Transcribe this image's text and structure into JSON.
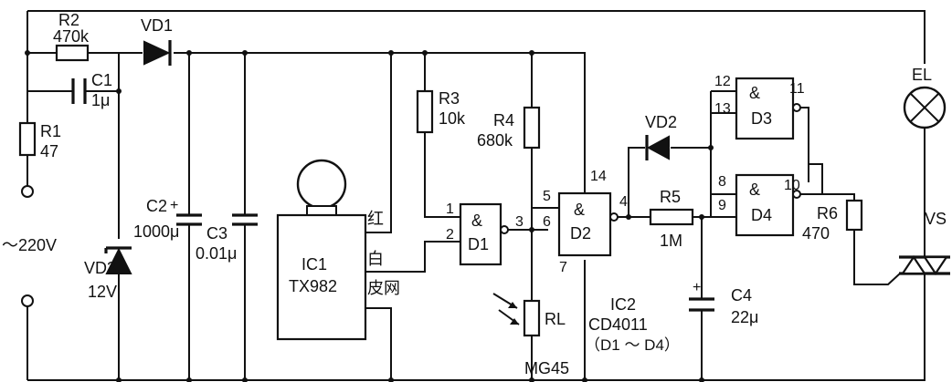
{
  "components": {
    "r2": {
      "ref": "R2",
      "value": "470k"
    },
    "vd1": {
      "ref": "VD1"
    },
    "c1": {
      "ref": "C1",
      "value": "1μ"
    },
    "r1": {
      "ref": "R1",
      "value": "47"
    },
    "supply": {
      "label": "～220V"
    },
    "vd3": {
      "ref": "VD3",
      "value": "12V"
    },
    "c2": {
      "ref": "C2",
      "value": "1000μ",
      "polarity": "+"
    },
    "c3": {
      "ref": "C3",
      "value": "0.01μ"
    },
    "ic1": {
      "ref": "IC1",
      "part": "TX982",
      "pin_red": "红",
      "pin_white": "白",
      "pin_mesh": "皮网"
    },
    "r3": {
      "ref": "R3",
      "value": "10k"
    },
    "r4": {
      "ref": "R4",
      "value": "680k"
    },
    "d1": {
      "ref": "D1",
      "symbol": "&",
      "pin1": "1",
      "pin2": "2",
      "pin3": "3"
    },
    "d2": {
      "ref": "D2",
      "symbol": "&",
      "pin5": "5",
      "pin6": "6",
      "pin4": "4",
      "pin14": "14",
      "pin7": "7"
    },
    "rl": {
      "ref": "RL",
      "part": "MG45"
    },
    "ic2": {
      "ref": "IC2",
      "part": "CD4011",
      "gates": "（D1 ～ D4）"
    },
    "vd2": {
      "ref": "VD2"
    },
    "r5": {
      "ref": "R5",
      "value": "1M"
    },
    "c4": {
      "ref": "C4",
      "value": "22μ",
      "polarity": "+"
    },
    "d3": {
      "ref": "D3",
      "symbol": "&",
      "pin12": "12",
      "pin13": "13",
      "pin11": "11"
    },
    "d4": {
      "ref": "D4",
      "symbol": "&",
      "pin8": "8",
      "pin9": "9",
      "pin10": "10"
    },
    "r6": {
      "ref": "R6",
      "value": "470"
    },
    "el": {
      "ref": "EL"
    },
    "vs": {
      "ref": "VS"
    }
  }
}
